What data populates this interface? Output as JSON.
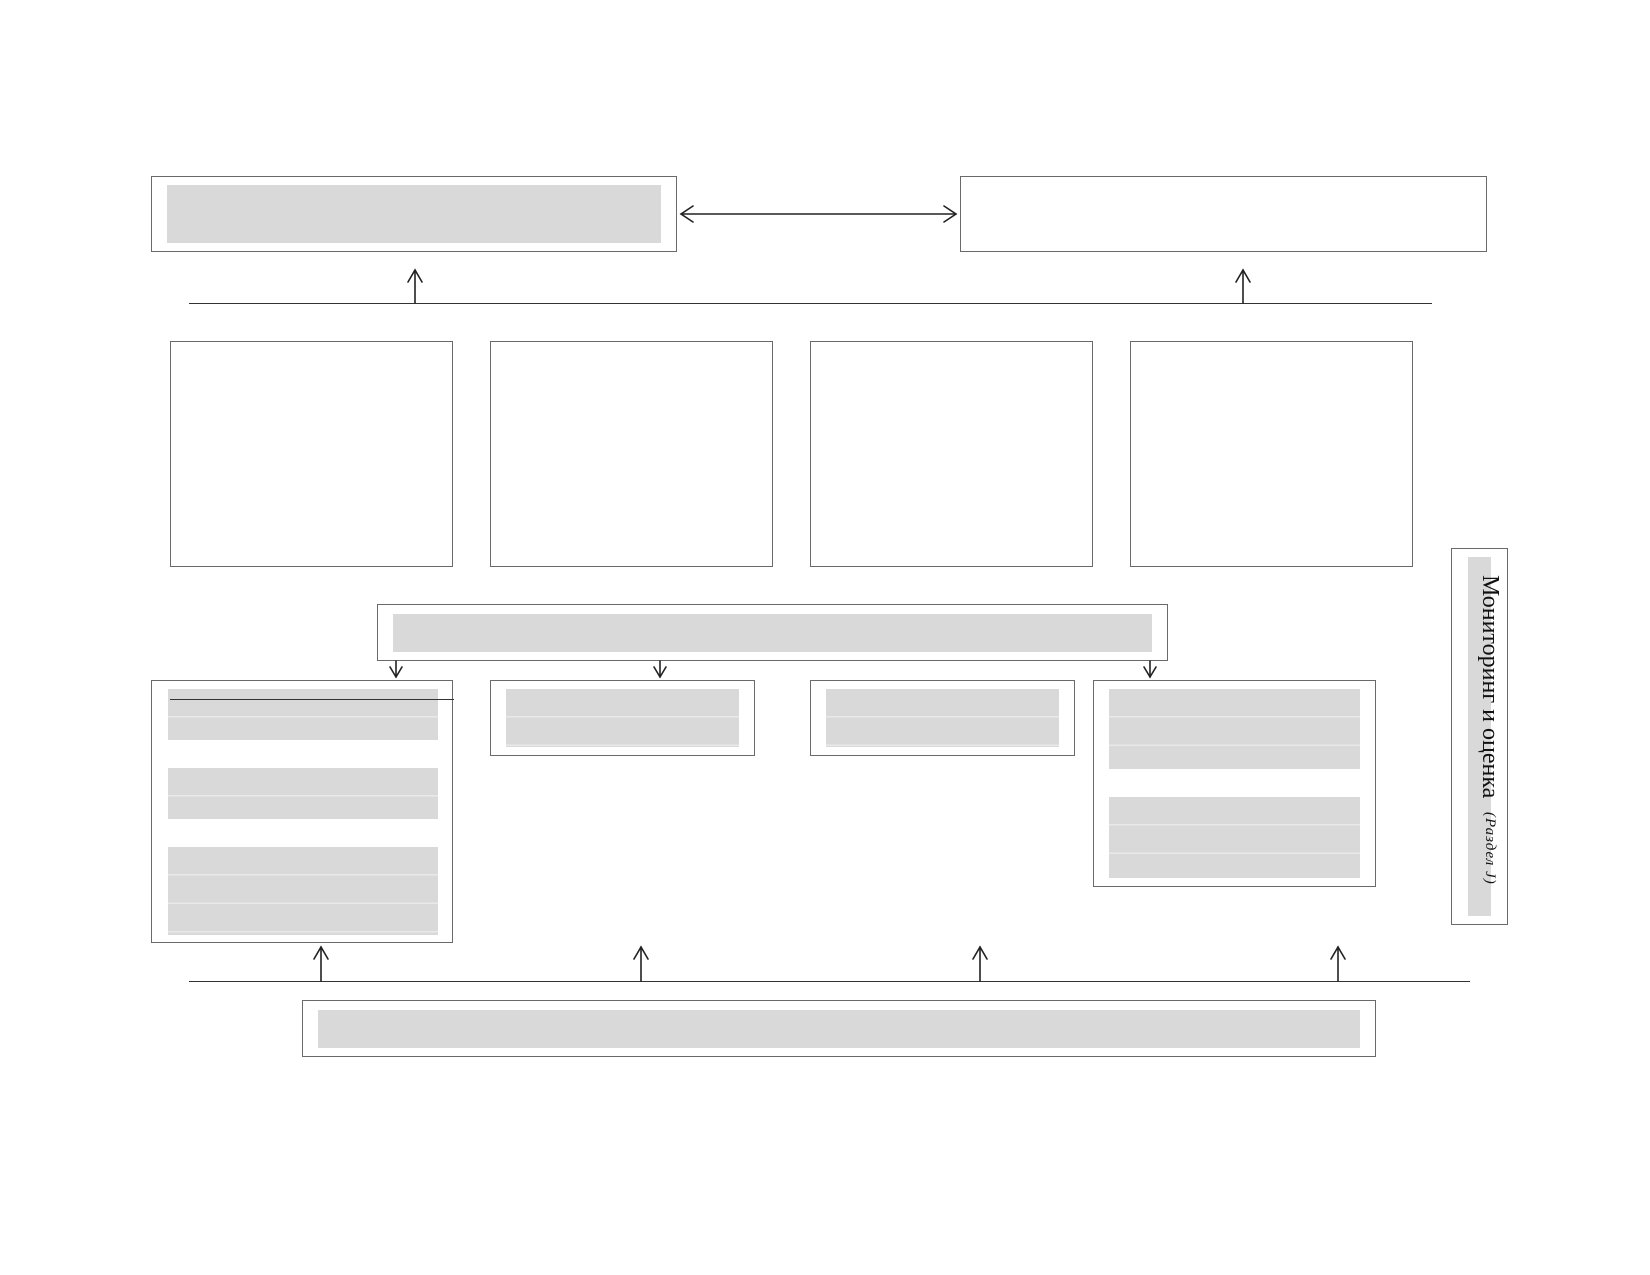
{
  "diagram": {
    "side_panel": {
      "label": "Мониторинг и оценка",
      "sub_label": "(Раздел J)"
    },
    "colors": {
      "border": "#6a6a6a",
      "placeholder_fill": "#d9d9d9",
      "line": "#333333",
      "background": "#ffffff"
    },
    "boxes": [
      {
        "name": "top-left-box",
        "has_fill": true
      },
      {
        "name": "top-right-box",
        "has_fill": false
      },
      {
        "name": "middle-box-1",
        "has_fill": false
      },
      {
        "name": "middle-box-2",
        "has_fill": false
      },
      {
        "name": "middle-box-3",
        "has_fill": false
      },
      {
        "name": "middle-box-4",
        "has_fill": false
      },
      {
        "name": "center-bar-box",
        "has_fill": true
      },
      {
        "name": "lower-box-1",
        "has_fill": true
      },
      {
        "name": "lower-box-2",
        "has_fill": true
      },
      {
        "name": "lower-box-3",
        "has_fill": true
      },
      {
        "name": "lower-box-4",
        "has_fill": true
      },
      {
        "name": "bottom-bar-box",
        "has_fill": true
      }
    ]
  }
}
